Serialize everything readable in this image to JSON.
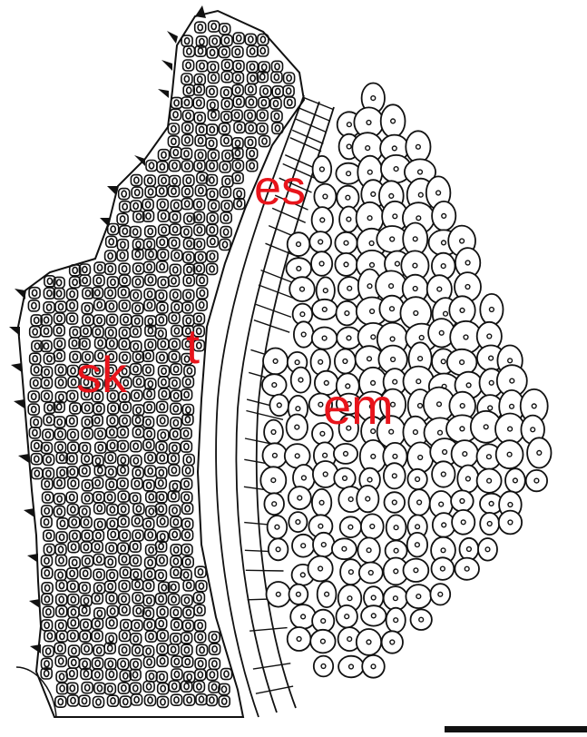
{
  "labels": {
    "es": "es",
    "t": "t",
    "sk": "sk",
    "em": "em"
  },
  "colors": {
    "label": "#e8141b",
    "ink": "#111111",
    "background": "#ffffff"
  }
}
